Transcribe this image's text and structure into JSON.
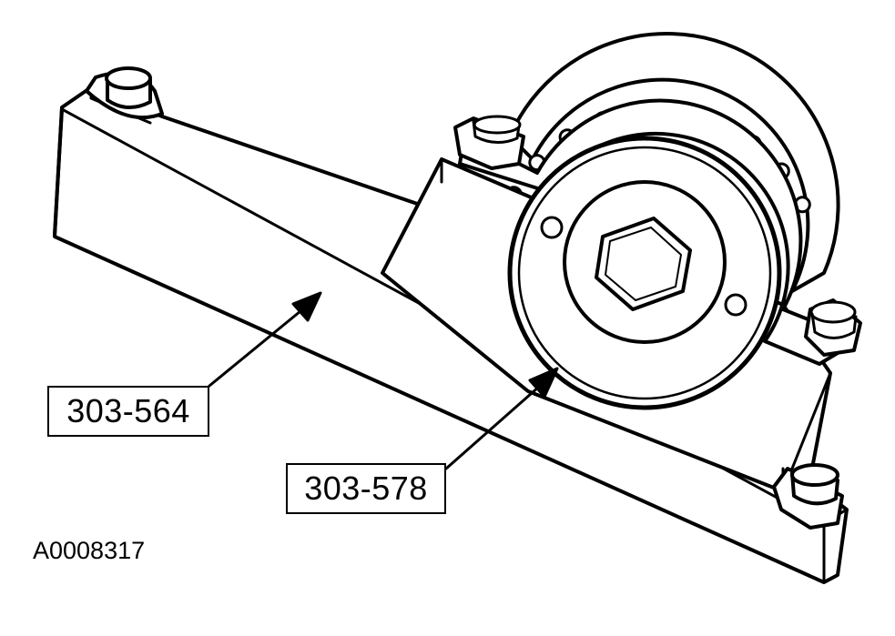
{
  "callouts": [
    {
      "label": "303-564"
    },
    {
      "label": "303-578"
    }
  ],
  "figure_id": "A0008317",
  "colors": {
    "line": "#000000",
    "fill": "#ffffff"
  },
  "parts": [
    "bolt-icon",
    "holding-tool-bar",
    "bracket-block",
    "crank-pulley",
    "timing-chain-sprocket",
    "hex-bolt-icon"
  ]
}
